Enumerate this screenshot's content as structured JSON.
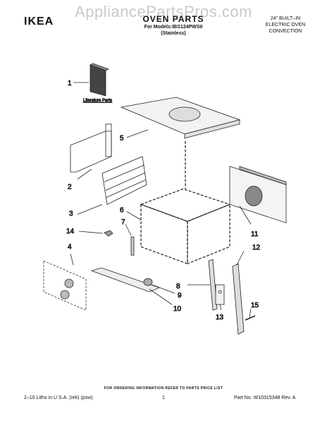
{
  "watermark": "AppliancePartsPros.com",
  "brand": "IKEA",
  "header": {
    "title": "OVEN PARTS",
    "models_line": "For Models:IBS124PWS0",
    "variant": "(Stainless)",
    "right_line1": "24\" BUILT–IN",
    "right_line2": "ELECTRIC OVEN",
    "right_line3": "CONVECTION"
  },
  "diagram": {
    "literature_label": "Literature Parts",
    "callouts": [
      "1",
      "2",
      "3",
      "4",
      "5",
      "6",
      "7",
      "8",
      "9",
      "10",
      "11",
      "12",
      "13",
      "14",
      "15"
    ]
  },
  "footer": {
    "ordering_note": "FOR ORDERING INFORMATION REFER TO PARTS PRICE LIST",
    "left": "2–10 Litho in U.S.A. (rek) (psw)",
    "page": "1",
    "part_no": "Part No. W10315348 Rev. A"
  }
}
